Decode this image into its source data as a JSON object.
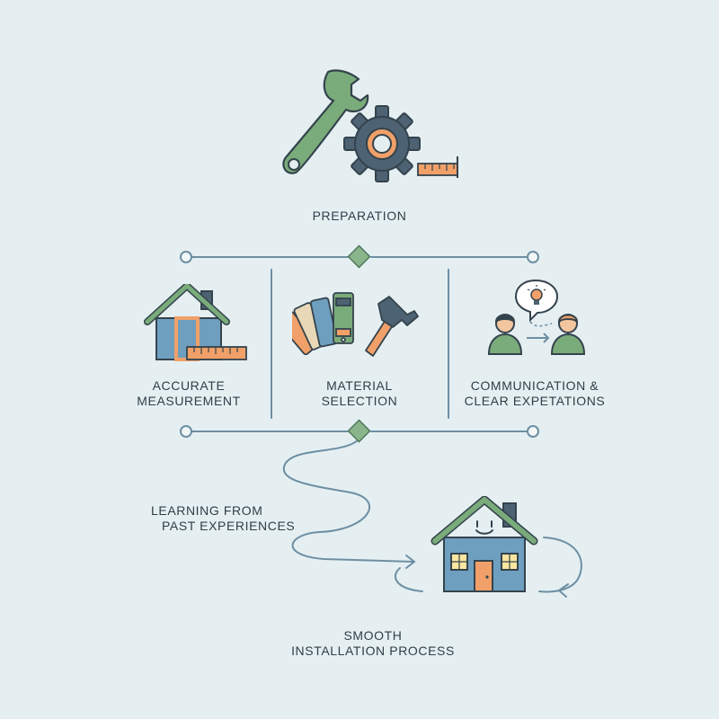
{
  "stages": {
    "preparation": {
      "label": "PREPARATION"
    },
    "measurement": {
      "line1": "ACCURATE",
      "line2": "MEASUREMENT"
    },
    "material": {
      "line1": "MATERIAL",
      "line2": "SELECTION"
    },
    "communication": {
      "line1": "COMMUNICATION &",
      "line2": "CLEAR EXPETATIONS"
    },
    "learning": {
      "line1": "LEARNING FROM",
      "line2": "PAST EXPERIENCES"
    },
    "installation": {
      "line1": "SMOOTH",
      "line2": "INSTALLATION PROCESS"
    }
  },
  "colors": {
    "green": "#7aab7a",
    "blue": "#6f9fbf",
    "orange": "#f0a068",
    "slate": "#4d6272",
    "line": "#6d8fa3",
    "outline": "#34434d"
  },
  "icons": [
    "wrench-icon",
    "gear-icon",
    "ruler-icon",
    "house-icon",
    "swatch-icon",
    "hammer-icon",
    "lightbulb-icon",
    "person-icon",
    "smiling-house-icon"
  ]
}
